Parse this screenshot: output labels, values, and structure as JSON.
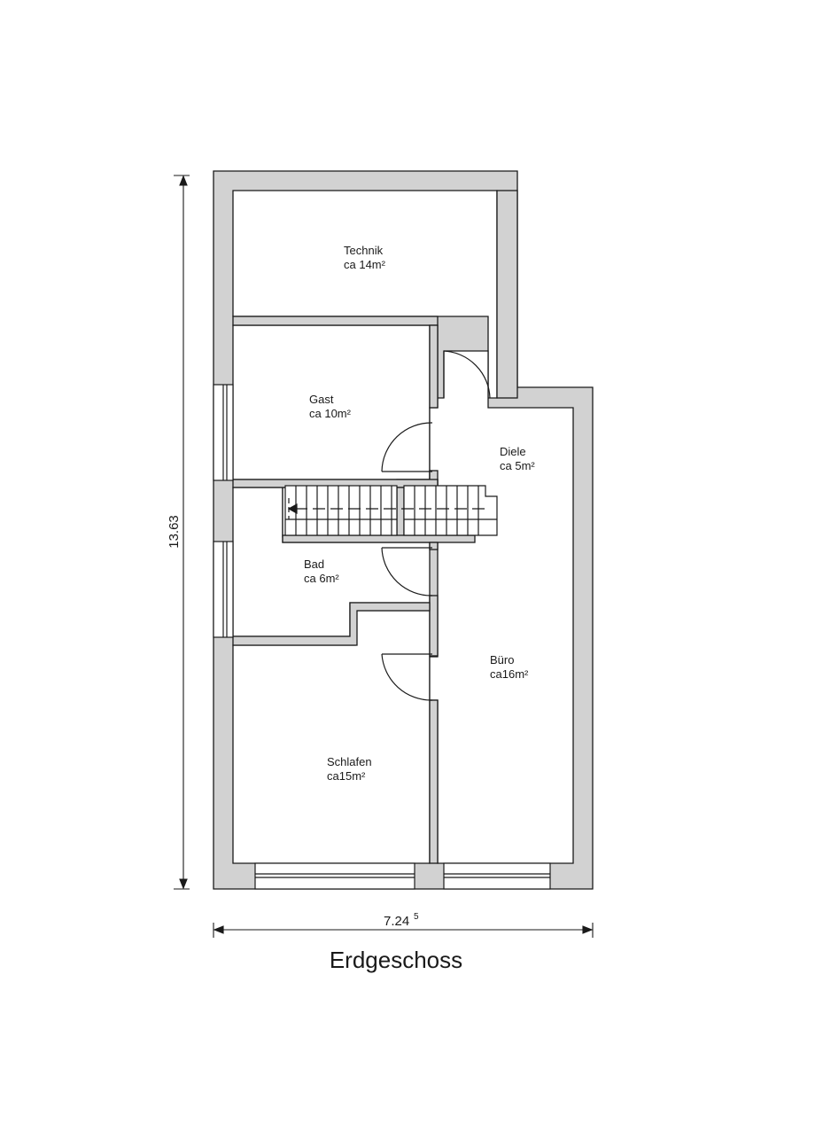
{
  "plan": {
    "title": "Erdgeschoss",
    "dimension_vertical": "13.63",
    "dimension_horizontal_main": "7.24",
    "dimension_horizontal_sup": "5"
  },
  "rooms": [
    {
      "id": "technik",
      "name": "Technik",
      "area": "ca 14m²"
    },
    {
      "id": "gast",
      "name": "Gast",
      "area": "ca 10m²"
    },
    {
      "id": "diele",
      "name": "Diele",
      "area": "ca 5m²"
    },
    {
      "id": "bad",
      "name": "Bad",
      "area": "ca 6m²"
    },
    {
      "id": "buero",
      "name": "Büro",
      "area": "ca16m²"
    },
    {
      "id": "schlafen",
      "name": "Schlafen",
      "area": "ca15m²"
    }
  ],
  "colors": {
    "wall_fill": "#d2d2d2",
    "line": "#1a1a1a",
    "background": "#ffffff"
  }
}
